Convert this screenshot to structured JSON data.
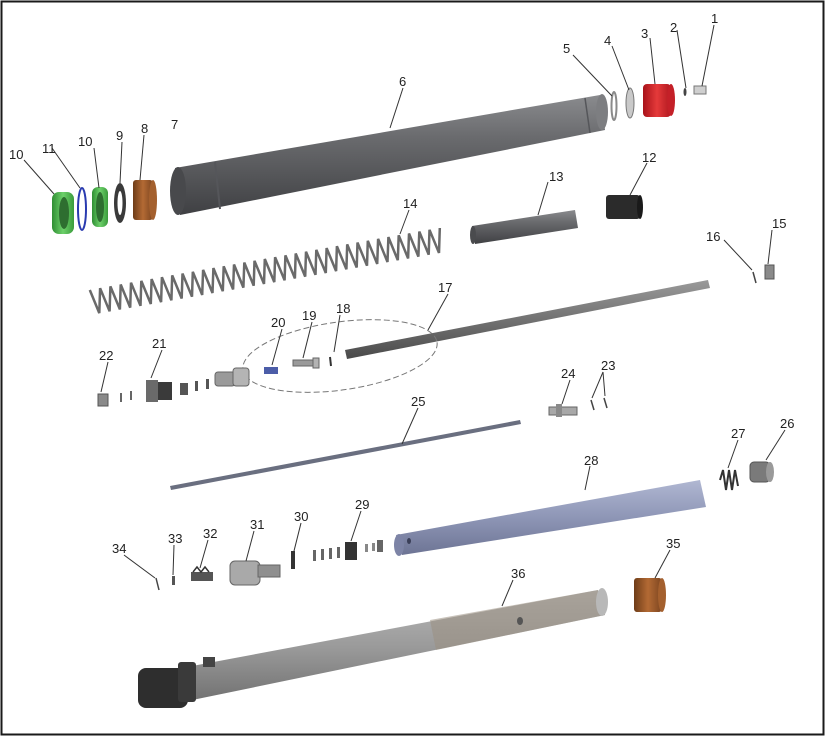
{
  "callouts": {
    "c1": "1",
    "c2": "2",
    "c3": "3",
    "c4": "4",
    "c5": "5",
    "c6": "6",
    "c7": "7",
    "c8": "8",
    "c9": "9",
    "c10a": "10",
    "c10b": "10",
    "c11": "11",
    "c12": "12",
    "c13": "13",
    "c14": "14",
    "c15": "15",
    "c16": "16",
    "c17": "17",
    "c18": "18",
    "c19": "19",
    "c20": "20",
    "c21": "21",
    "c22": "22",
    "c23": "23",
    "c24": "24",
    "c25": "25",
    "c26": "26",
    "c27": "27",
    "c28": "28",
    "c29": "29",
    "c30": "30",
    "c31": "31",
    "c32": "32",
    "c33": "33",
    "c34": "34",
    "c35": "35",
    "c36": "36"
  },
  "colors": {
    "frame": "#1a1a1a",
    "outer_tube": "#5f6063",
    "top_cap": "#d4202a",
    "seal_green": "#4bb04a",
    "bushing_bronze": "#9a5a2c",
    "inner_tube_blue": "#8f97b8",
    "lower_leg": "#8e8e8e",
    "rod_gray": "#6b6b6b"
  }
}
